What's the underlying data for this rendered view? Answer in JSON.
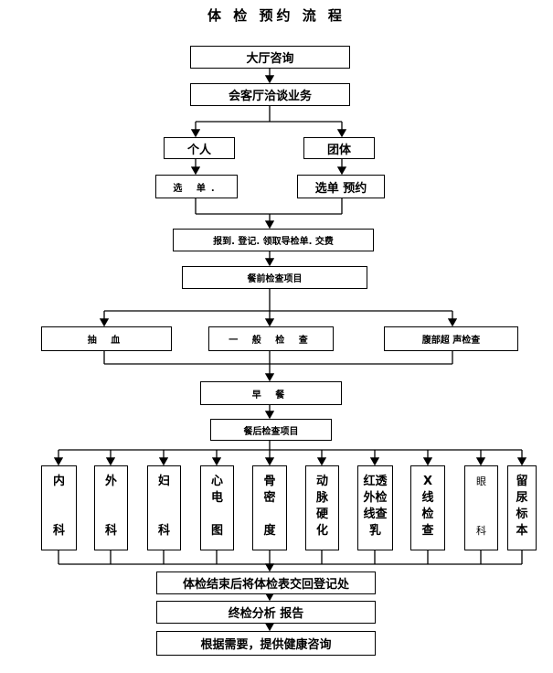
{
  "title": "体 检 预约 流 程",
  "steps": {
    "lobby": "大厅咨询",
    "reception": "会客厅洽谈业务",
    "individual": "个人",
    "group": "团体",
    "select_individual": "选 单.",
    "select_group": "选单 预约",
    "register": "报到. 登记. 领取导检单. 交费",
    "pre_meal": "餐前检查项目",
    "blood": "抽 血",
    "general": "一 般 检 查",
    "ultrasound": "腹部超 声检查",
    "breakfast": "早 餐",
    "post_meal": "餐后检查项目",
    "finish": "体检结束后将体检表交回登记处",
    "report": "终检分析 报告",
    "consult": "根据需要，提供健康咨询"
  },
  "post_items": [
    {
      "name": "内\n\n\n科"
    },
    {
      "name": "外\n\n\n科"
    },
    {
      "name": "妇\n\n\n科"
    },
    {
      "name": "心\n电\n\n图"
    },
    {
      "name": "骨\n密\n\n度"
    },
    {
      "name": "动\n脉\n硬\n化"
    },
    {
      "name": "红透\n外检\n线查\n乳"
    },
    {
      "name": "X\n线\n检\n查"
    },
    {
      "name": "眼\n\n\n科"
    },
    {
      "name": "留\n尿\n标\n本"
    }
  ]
}
